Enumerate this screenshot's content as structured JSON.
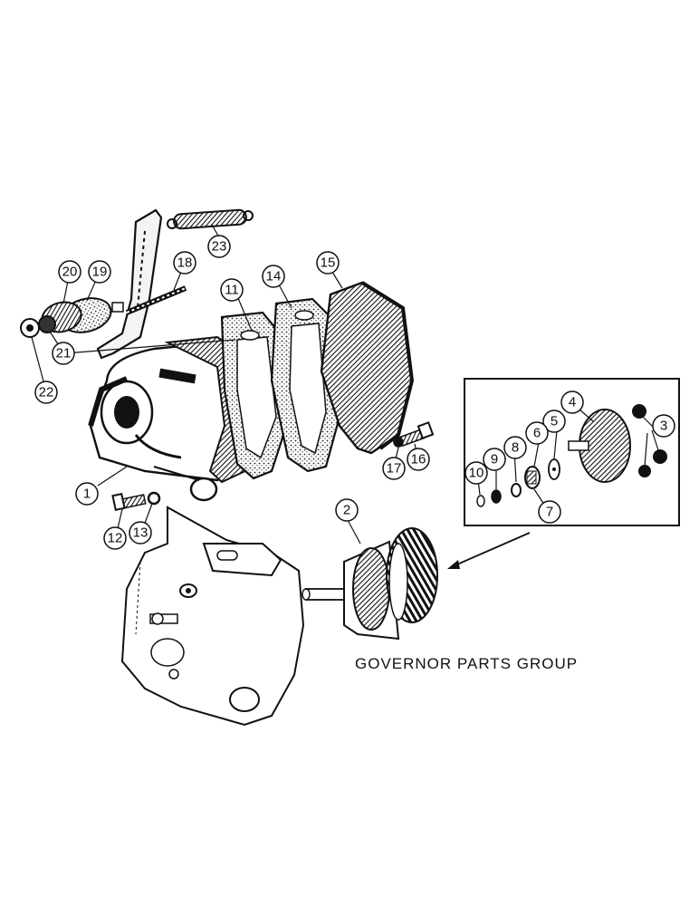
{
  "caption": "GOVERNOR PARTS GROUP",
  "callouts": [
    {
      "id": "c1",
      "label": "1"
    },
    {
      "id": "c2",
      "label": "2"
    },
    {
      "id": "c3",
      "label": "3"
    },
    {
      "id": "c4",
      "label": "4"
    },
    {
      "id": "c5",
      "label": "5"
    },
    {
      "id": "c6",
      "label": "6"
    },
    {
      "id": "c7",
      "label": "7"
    },
    {
      "id": "c8",
      "label": "8"
    },
    {
      "id": "c9",
      "label": "9"
    },
    {
      "id": "c10",
      "label": "10"
    },
    {
      "id": "c11",
      "label": "11"
    },
    {
      "id": "c12",
      "label": "12"
    },
    {
      "id": "c13",
      "label": "13"
    },
    {
      "id": "c14",
      "label": "14"
    },
    {
      "id": "c15",
      "label": "15"
    },
    {
      "id": "c16",
      "label": "16"
    },
    {
      "id": "c17",
      "label": "17"
    },
    {
      "id": "c18",
      "label": "18"
    },
    {
      "id": "c19",
      "label": "19"
    },
    {
      "id": "c20",
      "label": "20"
    },
    {
      "id": "c21",
      "label": "21"
    },
    {
      "id": "c22",
      "label": "22"
    },
    {
      "id": "c23",
      "label": "23"
    }
  ]
}
